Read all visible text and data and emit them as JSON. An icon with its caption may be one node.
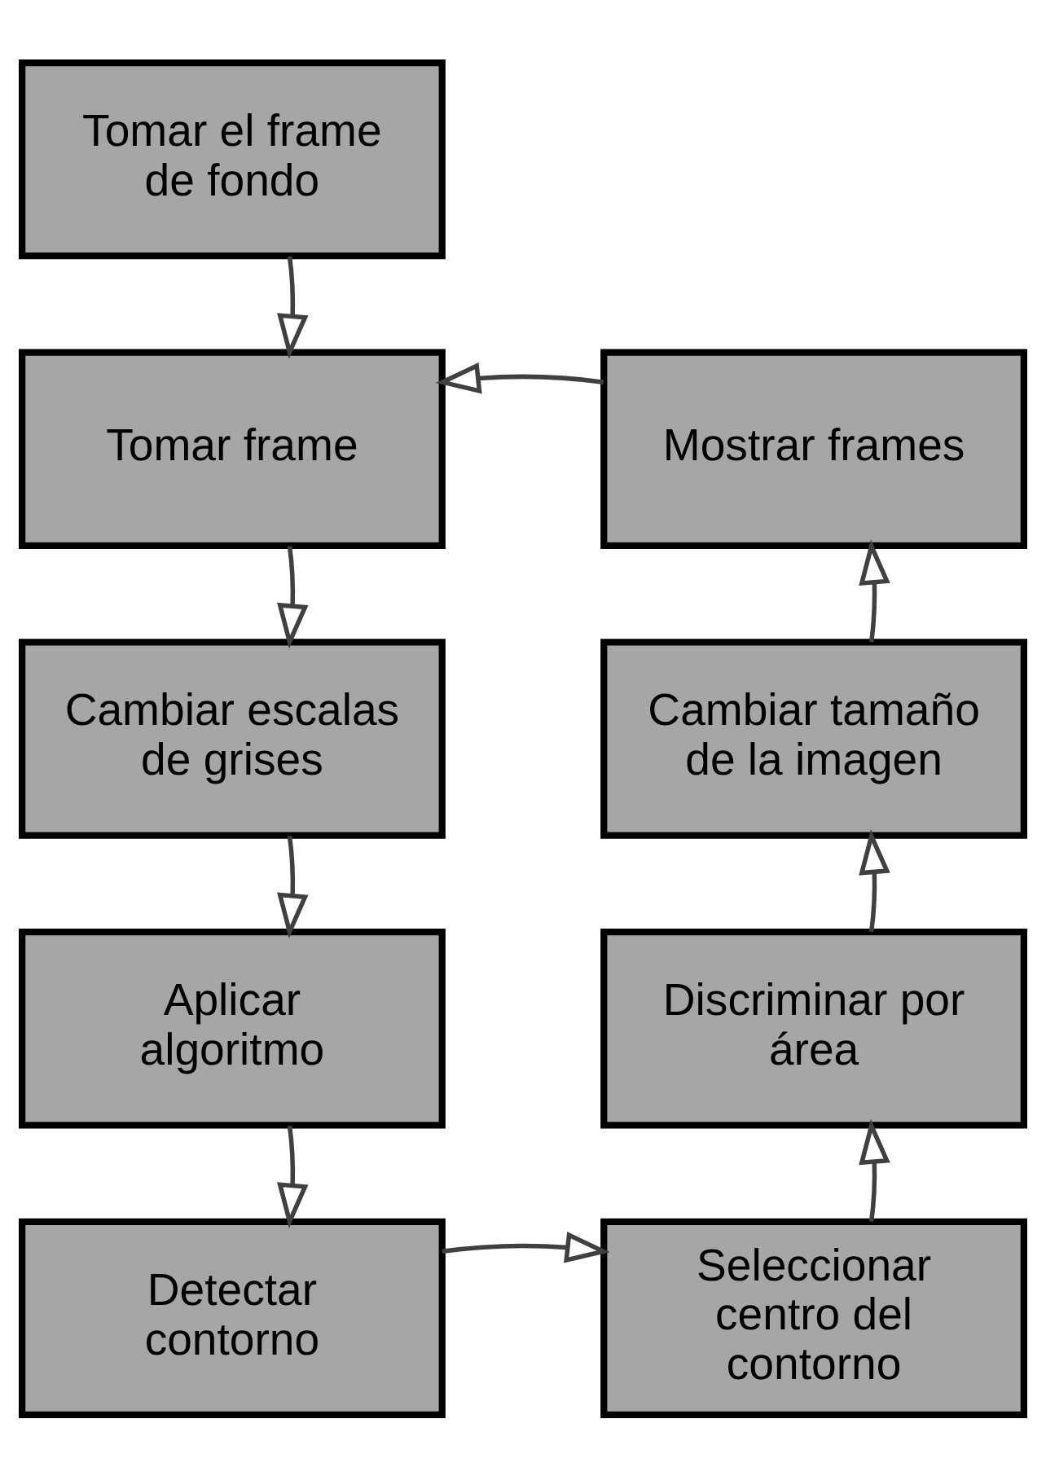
{
  "diagram": {
    "nodes": [
      {
        "text": [
          "Tomar el frame de fondo"
        ]
      },
      {
        "text": [
          "Tomar frame"
        ]
      },
      {
        "text": [
          "Cambiar escalas de grises"
        ]
      },
      {
        "text": [
          "Aplicar algoritmo"
        ]
      },
      {
        "text": [
          "Detectar contorno"
        ]
      },
      {
        "text": [
          "Seleccionar centro del contorno"
        ]
      },
      {
        "text": [
          "Discriminar por área"
        ]
      },
      {
        "text": [
          "Cambiar tamaño de la imagen"
        ]
      },
      {
        "text": [
          "Mostrar frames"
        ]
      }
    ],
    "edges": [
      {
        "from": 0,
        "to": 1,
        "arrow": "to"
      },
      {
        "from": 1,
        "to": 2,
        "arrow": "to"
      },
      {
        "from": 2,
        "to": 3,
        "arrow": "to"
      },
      {
        "from": 3,
        "to": 4,
        "arrow": "to"
      },
      {
        "from": 4,
        "to": 5,
        "arrow": "to"
      },
      {
        "from": 5,
        "to": 6,
        "arrow": "to"
      },
      {
        "from": 6,
        "to": 7,
        "arrow": "to"
      },
      {
        "from": 7,
        "to": 8,
        "arrow": "to"
      },
      {
        "from": 8,
        "to": 1,
        "arrow": "to"
      }
    ]
  }
}
